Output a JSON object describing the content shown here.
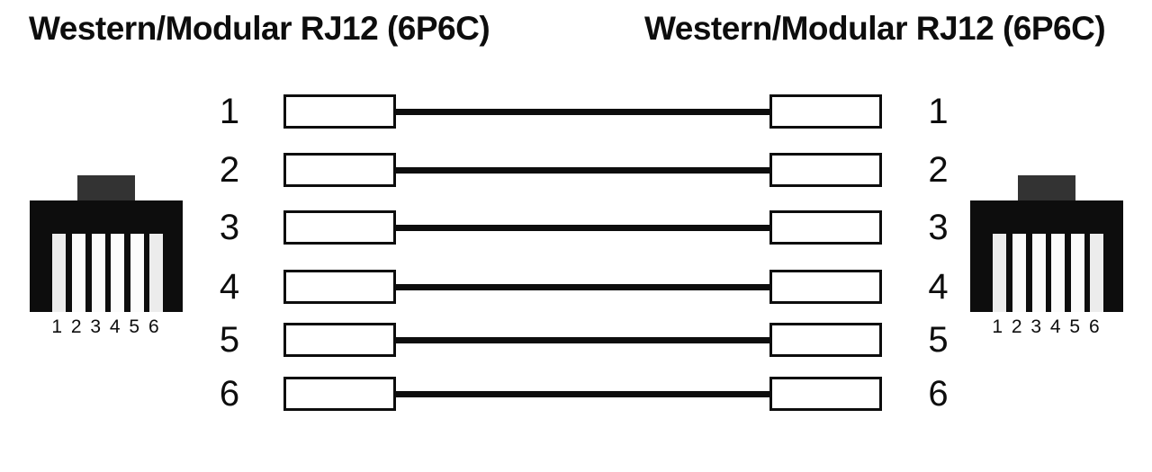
{
  "diagram": {
    "left": {
      "title": "Western/Modular RJ12 (6P6C)",
      "connector_pin_labels": "1 2 3 4 5 6"
    },
    "right": {
      "title": "Western/Modular RJ12 (6P6C)",
      "connector_pin_labels": "1 2 3 4 5 6"
    },
    "wiring": {
      "rows": [
        {
          "left_pin": "1",
          "right_pin": "1"
        },
        {
          "left_pin": "2",
          "right_pin": "2"
        },
        {
          "left_pin": "3",
          "right_pin": "3"
        },
        {
          "left_pin": "4",
          "right_pin": "4"
        },
        {
          "left_pin": "5",
          "right_pin": "5"
        },
        {
          "left_pin": "6",
          "right_pin": "6"
        }
      ]
    },
    "colors": {
      "ink": "#0d0d0d",
      "connector_tab": "#333333",
      "slot_outer": "#ececec",
      "slot_inner": "#fbfbfb",
      "background": "#ffffff"
    }
  }
}
